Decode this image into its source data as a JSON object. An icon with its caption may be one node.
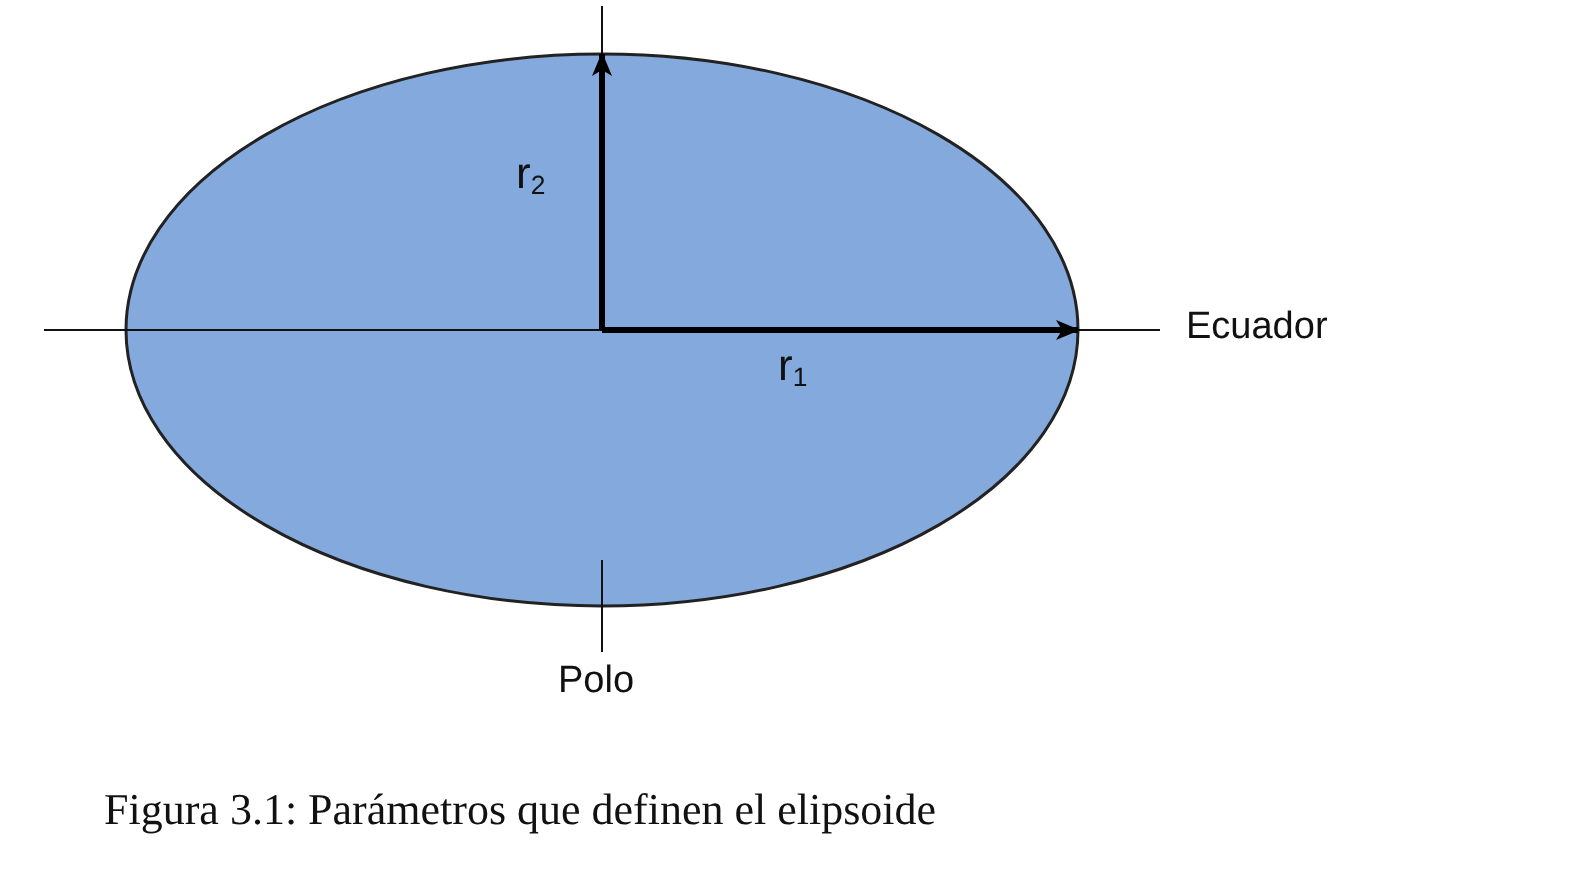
{
  "diagram": {
    "caption": "Figura 3.1: Parámetros que definen el elipsoide",
    "labels": [
      "r$_{2}$",
      "Ecuador",
      "r$_{1}$",
      "Polo"
    ]
  }
}
